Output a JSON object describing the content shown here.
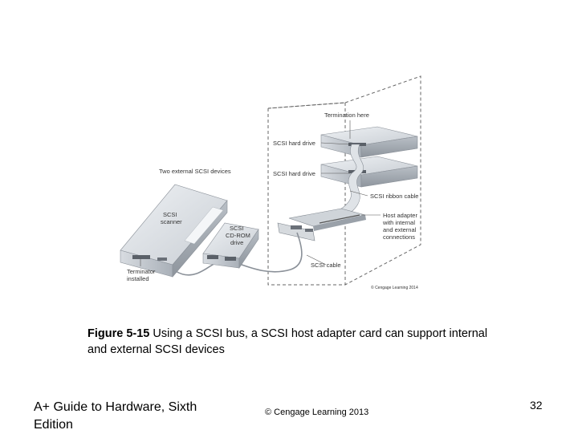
{
  "diagram": {
    "labels": {
      "termination_here": "Termination here",
      "scsi_hard_drive_1": "SCSI hard drive",
      "scsi_hard_drive_2": "SCSI hard drive",
      "scsi_ribbon_cable": "SCSI ribbon cable",
      "host_adapter": [
        "Host adapter",
        "with internal",
        "and external",
        "connections"
      ],
      "scsi_cable": "SCSI cable",
      "two_external_devices": "Two external SCSI devices",
      "terminator_installed": [
        "Terminator",
        "installed"
      ],
      "scanner": [
        "SCSI",
        "scanner"
      ],
      "cdrom": [
        "SCSI",
        "CD-ROM",
        "drive"
      ],
      "image_credit": "© Cengage Learning 2014"
    }
  },
  "caption": {
    "figure_label": "Figure 5-15",
    "text": " Using a SCSI bus, a SCSI host adapter card can support internal and external SCSI devices"
  },
  "footer": {
    "title": "A+ Guide to Hardware, Sixth Edition",
    "copyright": "© Cengage Learning  2013",
    "page_number": "32"
  }
}
